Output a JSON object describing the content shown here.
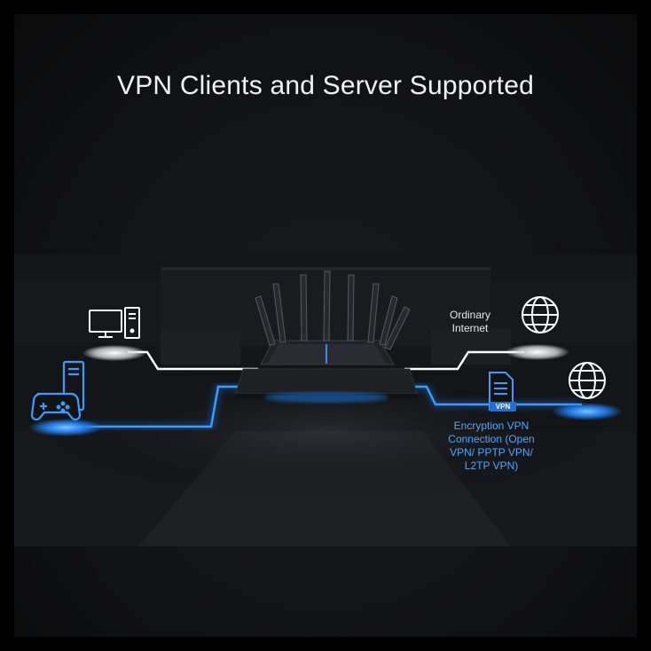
{
  "title": "VPN Clients and Server Supported",
  "labels": {
    "ordinary_internet": "Ordinary Internet",
    "vpn_connection": "Encryption VPN Connection (Open VPN/ PPTP VPN/ L2TP VPN)",
    "vpn_badge": "VPN"
  },
  "colors": {
    "background": "#121315",
    "border": "#000000",
    "accent_blue": "#2f8cff",
    "ordinary_line": "#ffffff"
  },
  "icons": [
    "desktop-computer-icon",
    "game-console-icon",
    "globe-icon",
    "vpn-server-icon",
    "router-icon"
  ]
}
